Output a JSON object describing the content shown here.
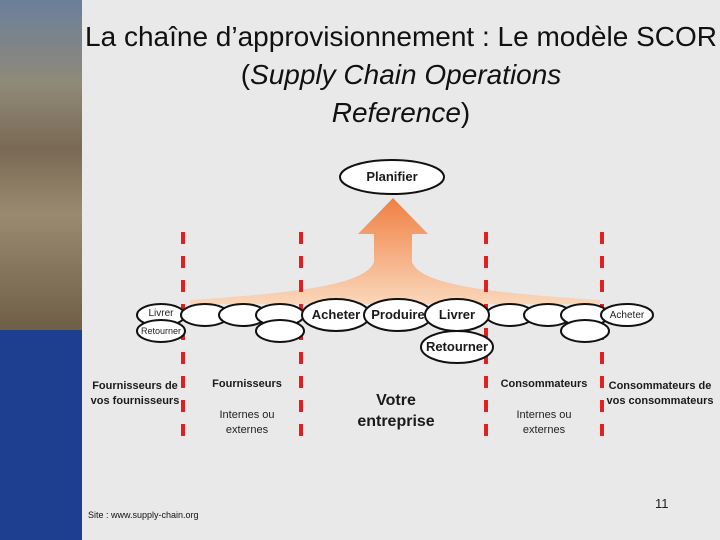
{
  "slide": {
    "title_plain": "La chaîne d’approvisionnement : Le modèle SCOR (",
    "title_italic_1": "Supply Chain Operations",
    "title_italic_2": "Reference",
    "title_close": ")",
    "footer_site": "Site : www.supply-chain.org",
    "page_number": "11"
  },
  "diagram": {
    "planifier": "Planifier",
    "core_processes": [
      "Acheter",
      "Produire",
      "Livrer"
    ],
    "retourner_center": "Retourner",
    "left_livrer": "Livrer",
    "left_retourner": "Retourner",
    "right_acheter": "Acheter",
    "columns": [
      {
        "title": "Fournisseurs de vos fournisseurs",
        "subtitle": ""
      },
      {
        "title": "Fournisseurs",
        "subtitle": "Internes ou externes"
      },
      {
        "title": "Votre entreprise",
        "subtitle": ""
      },
      {
        "title": "Consommateurs",
        "subtitle": "Internes ou externes"
      },
      {
        "title": "Consommateurs de vos consommateurs",
        "subtitle": ""
      }
    ],
    "colors": {
      "arrow_top": "#f07a3a",
      "arrow_bottom": "#fbd6b8",
      "dashes": "#e02020",
      "blue_band": "#1e3f8f"
    }
  }
}
